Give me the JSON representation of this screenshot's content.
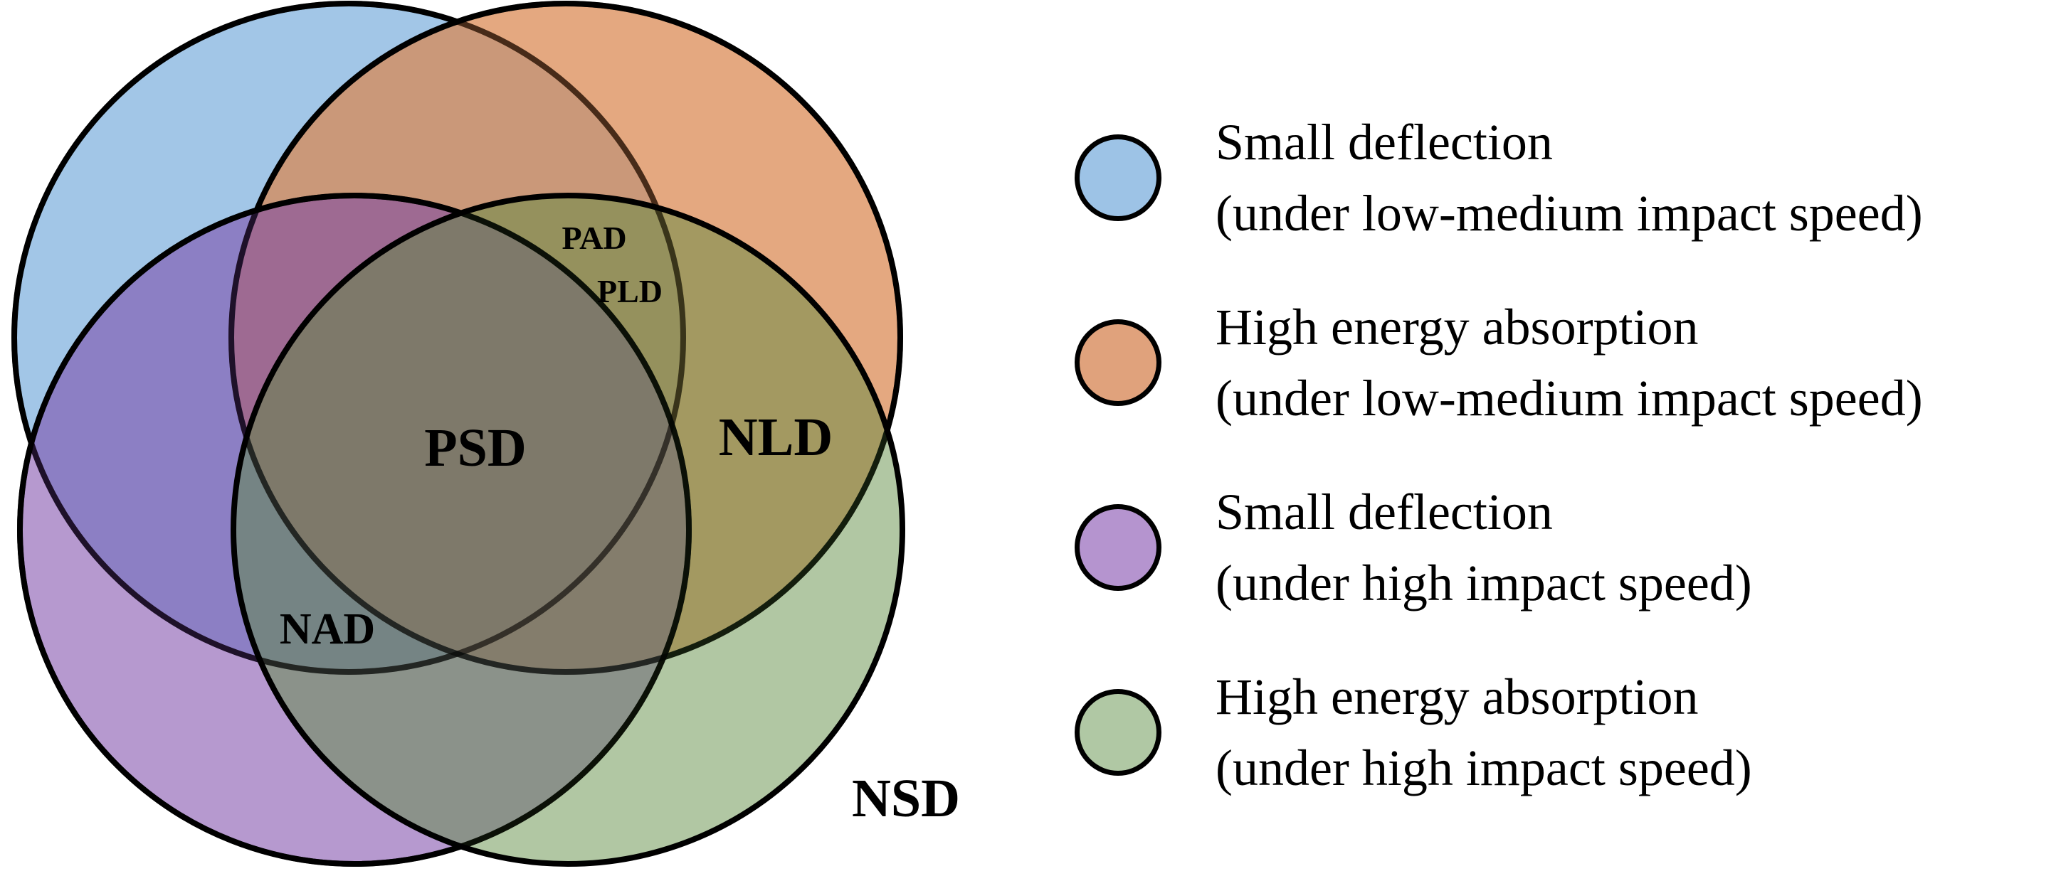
{
  "diagram": {
    "sets": [
      {
        "name": "small-deflection-low-medium",
        "color": "#9DC3E6"
      },
      {
        "name": "high-energy-absorption-low-medium",
        "color": "#E0A27C"
      },
      {
        "name": "small-deflection-high",
        "color": "#B594CF"
      },
      {
        "name": "high-energy-absorption-high",
        "color": "#B0C8A4"
      }
    ],
    "region_labels": {
      "psd": "PSD",
      "nld": "NLD",
      "nad": "NAD",
      "pad": "PAD",
      "pld": "PLD",
      "nsd": "NSD"
    }
  },
  "legend": [
    {
      "line1": "Small deflection",
      "line2": "(under low-medium impact speed)",
      "color": "#9DC3E6"
    },
    {
      "line1": "High energy absorption",
      "line2": "(under low-medium impact speed)",
      "color": "#E0A27C"
    },
    {
      "line1": "Small deflection",
      "line2": "(under high impact speed)",
      "color": "#B594CF"
    },
    {
      "line1": "High energy absorption",
      "line2": "(under high impact speed)",
      "color": "#B0C8A4"
    }
  ]
}
